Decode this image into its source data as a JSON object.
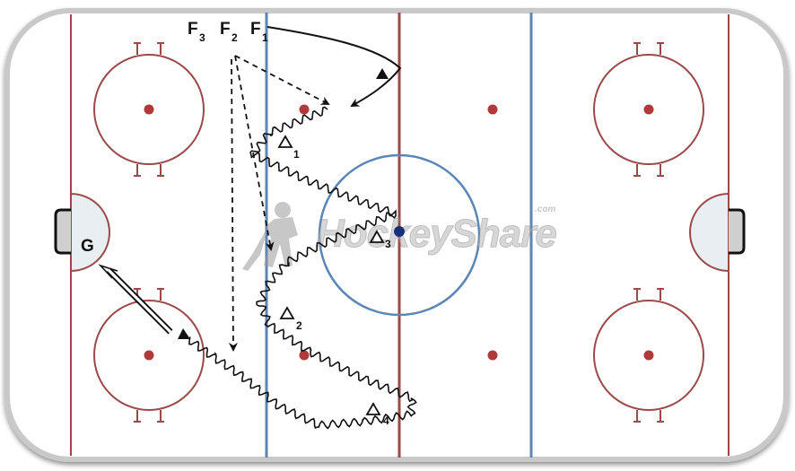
{
  "diagram": {
    "type": "hockey-drill",
    "watermark": {
      "brand": "HockeyShare",
      "suffix": ".com"
    },
    "labels": {
      "goalie": "G",
      "forwards": [
        {
          "letter": "F",
          "sub": "3"
        },
        {
          "letter": "F",
          "sub": "2"
        },
        {
          "letter": "F",
          "sub": "1"
        }
      ],
      "cones": [
        {
          "sub": "1"
        },
        {
          "sub": "2"
        },
        {
          "sub": "3"
        },
        {
          "sub": "4"
        }
      ]
    },
    "colors": {
      "red_line": "#9b4a4a",
      "blue_line": "#5b86b5",
      "circle": "#9b4a4a",
      "faceoff_dot": "#b03a3a",
      "center_circle": "#5b86b5",
      "crease": "#e8eef2",
      "puck": "#1a2f7a",
      "path": "#111111"
    }
  }
}
